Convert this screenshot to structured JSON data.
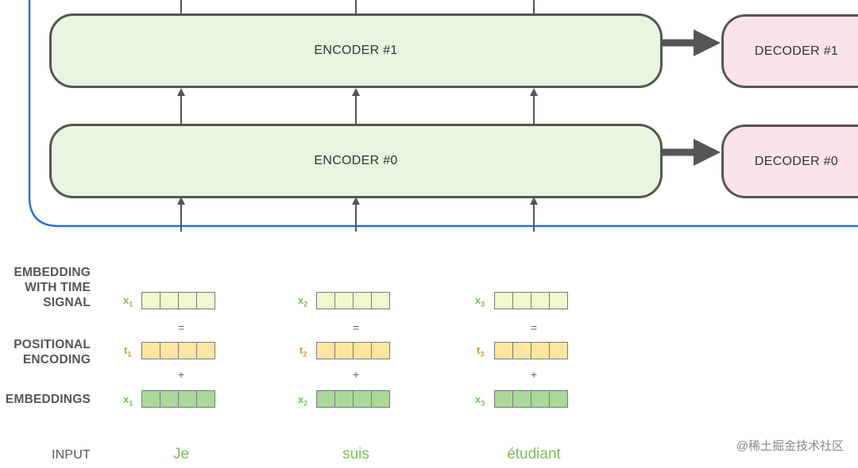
{
  "encoders": [
    {
      "label": "ENCODER #1"
    },
    {
      "label": "ENCODER #0"
    }
  ],
  "decoders": [
    {
      "label": "DECODER #1"
    },
    {
      "label": "DECODER #0"
    }
  ],
  "row_labels": {
    "signal": [
      "EMBEDDING",
      "WITH TIME",
      "SIGNAL"
    ],
    "positional": [
      "POSITIONAL",
      "ENCODING"
    ],
    "embeddings": "EMBEDDINGS",
    "input": "INPUT"
  },
  "tokens": [
    {
      "word": "Je",
      "x_sym": "x",
      "t_sym": "t",
      "sub": "1"
    },
    {
      "word": "suis",
      "x_sym": "x",
      "t_sym": "t",
      "sub": "2"
    },
    {
      "word": "étudiant",
      "x_sym": "x",
      "t_sym": "t",
      "sub": "3"
    }
  ],
  "operators": {
    "equals": "=",
    "plus": "+"
  },
  "watermark": "@稀土掘金技术社区",
  "colors": {
    "encoder_fill": "#e8f5e0",
    "decoder_fill": "#fbe3ec",
    "embedding": "#a9d89a",
    "positional": "#fde7a0",
    "signal": "#f0f8d0",
    "frame": "#2f6fd6",
    "token_text": "#7cbf58"
  }
}
